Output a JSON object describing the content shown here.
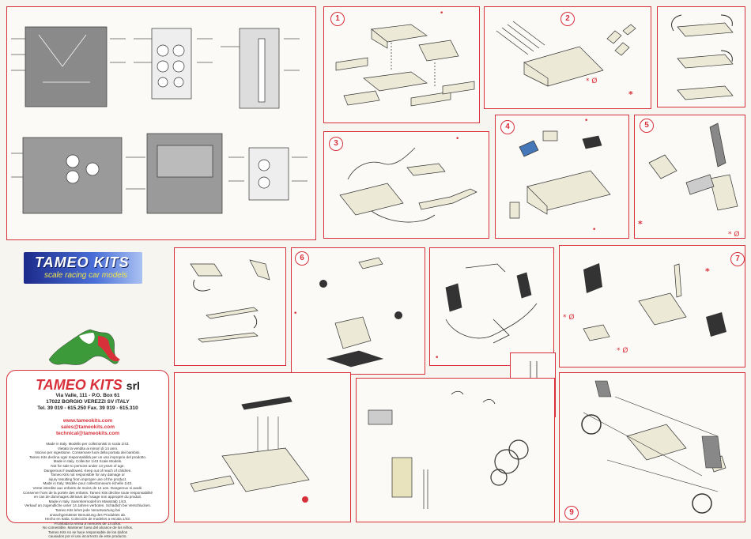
{
  "steps": [
    "1",
    "2",
    "3",
    "4",
    "5",
    "6",
    "7",
    "9"
  ],
  "logo": {
    "name": "TAMEO KITS",
    "tagline": "scale racing car models"
  },
  "company": {
    "name": "TAMEO KITS",
    "suffix": "srl",
    "address1": "Via Valle, 111 - P.O. Box 61",
    "address2": "17022 BORGIO VEREZZI  SV  ITALY",
    "phone": "Tel. 39 019 - 615.250      Fax. 39 019 - 615.310",
    "web": "www.tameokits.com",
    "email1": "sales@tameokits.com",
    "email2": "technical@tameokits.com"
  },
  "legal": [
    "Made in Italy. Modello per collezionisti in scala 1/43.",
    "Vietato la vendita ai minori di 14 anni.",
    "Nocivo per ingestione. Conservare fuori della portata dei bambini.",
    "Tameo Kits declina ogni responsabilità per un uso improprio del prodotto.",
    "Made in Italy. Collector 1/43 Scale Models.",
    "Not for sale to persons under 14 years of age.",
    "Dangerous if swallowed. Keep out of reach of children.",
    "Tameo Kits not responsible for any damage or",
    "injury resulting from improper use of the product.",
    "Made in Italy. Modèle pour collectionneurs échelle 1/43.",
    "Vente interdite aux enfants de moins de 14 ans. Dangereux si avalé.",
    "Conserver hors de la portée des enfants. Tameo Kits décline toute responsabilité",
    "en cas de dommages dérivant de l'usage non approprié du produit.",
    "Made in Italy. Sammlermodell im Massstab 1/43.",
    "Verkauf an Jugendliche unter 14 Jahren verboten. Schädlich bei Verschlucken.",
    "Tameo Kits lehnt jede Verantwortung bei",
    "unsachgemässer Benutzung des Produktes ab.",
    "Hecho en Italia. Colección de modelos a escala 1/43.",
    "Prohibida la venta a menores de 14 años.",
    "No comestible. Mantener fuera  del alcance de los niños.",
    "Tameo Kits no se hace responsable de los daños",
    "causados por el uso incorrecto de este producto."
  ],
  "marks": {
    "star": "*",
    "cut": "* Ø",
    "dot": "•"
  },
  "colors": {
    "accent": "#d8303a",
    "logo_bg": "#2a3fa8",
    "logo_text": "#f3e84a"
  },
  "icons": [
    "rotate-arrow-icon",
    "italy-map-icon",
    "photo-etch-sheet-icon",
    "engine-block-icon",
    "suspension-arm-icon",
    "wheel-hub-icon"
  ]
}
